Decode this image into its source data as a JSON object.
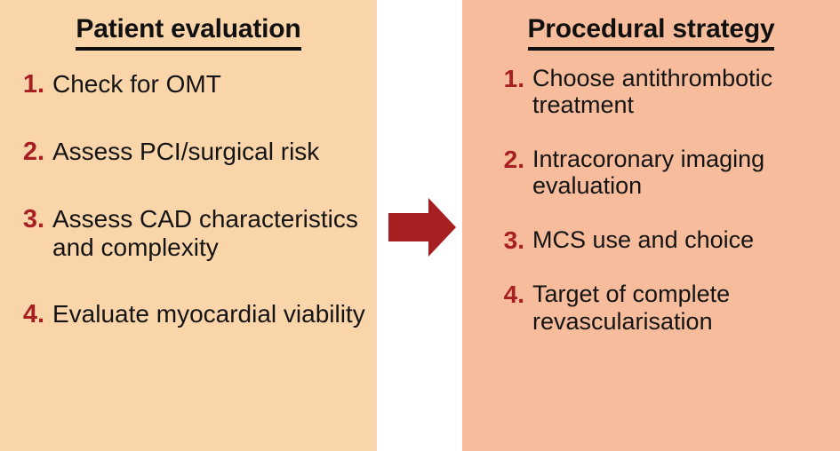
{
  "colors": {
    "left_panel_bg": "#FAD5AA",
    "right_panel_bg": "#F7BC9B",
    "arrow": "#A81F22",
    "number": "#A81F22",
    "text": "#141414",
    "page_bg": "#FFFFFF"
  },
  "left_panel": {
    "title": "Patient evaluation",
    "items": [
      {
        "number": "1.",
        "text": "Check for OMT"
      },
      {
        "number": "2.",
        "text": "Assess PCI/surgical risk"
      },
      {
        "number": "3.",
        "text": "Assess CAD characteristics and complexity"
      },
      {
        "number": "4.",
        "text": "Evaluate myocardial viability"
      }
    ]
  },
  "arrow": {
    "icon": "right-arrow-icon",
    "direction": "right"
  },
  "right_panel": {
    "title": "Procedural strategy",
    "items": [
      {
        "number": "1.",
        "text": "Choose antithrombotic treatment"
      },
      {
        "number": "2.",
        "text": "Intracoronary imaging evaluation"
      },
      {
        "number": "3.",
        "text": "MCS use and choice"
      },
      {
        "number": "4.",
        "text": "Target of complete revascularisation"
      }
    ]
  }
}
